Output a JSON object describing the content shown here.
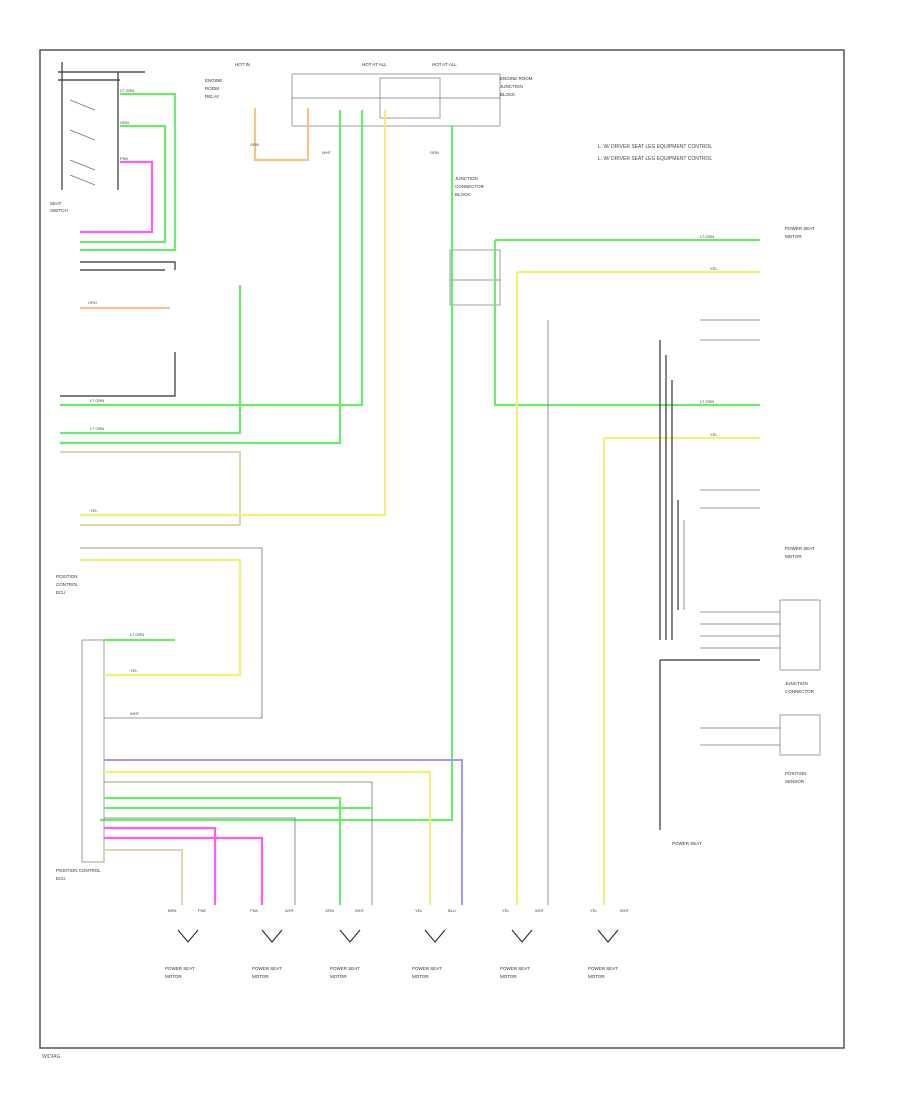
{
  "diagram": {
    "notes": [
      "L: W/ DRIVER SEAT LEG EQUIPMENT CONTROL",
      "L: W/ DRIVER SEAT LEG EQUIPMENT CONTROL"
    ],
    "footer": "W/DIAG"
  }
}
